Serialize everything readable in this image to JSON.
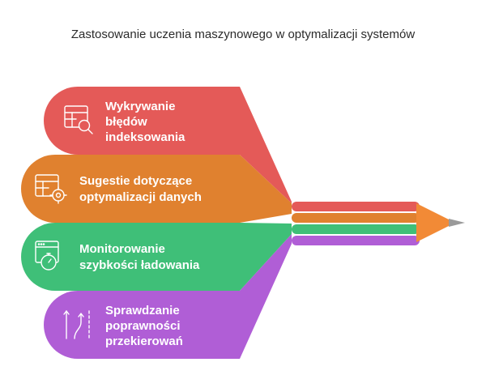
{
  "title": "Zastosowanie uczenia maszynowego w optymalizacji systemów",
  "colors": {
    "red": "#e45a58",
    "orange": "#e0812f",
    "green": "#3fbf78",
    "purple": "#b05ed6",
    "pencil_tip": "#f28a36",
    "pencil_lead": "#9a9a9a"
  },
  "items": [
    {
      "lines": [
        "Wykrywanie",
        "błędów",
        "indeksowania"
      ],
      "icon": "table-search-icon",
      "color": "#e45a58"
    },
    {
      "lines": [
        "Sugestie dotyczące",
        "optymalizacji danych"
      ],
      "icon": "table-gear-icon",
      "color": "#e0812f"
    },
    {
      "lines": [
        "Monitorowanie",
        "szybkości ładowania"
      ],
      "icon": "browser-stopwatch-icon",
      "color": "#3fbf78"
    },
    {
      "lines": [
        "Sprawdzanie",
        "poprawności",
        "przekierowań"
      ],
      "icon": "redirect-arrows-icon",
      "color": "#b05ed6"
    }
  ]
}
